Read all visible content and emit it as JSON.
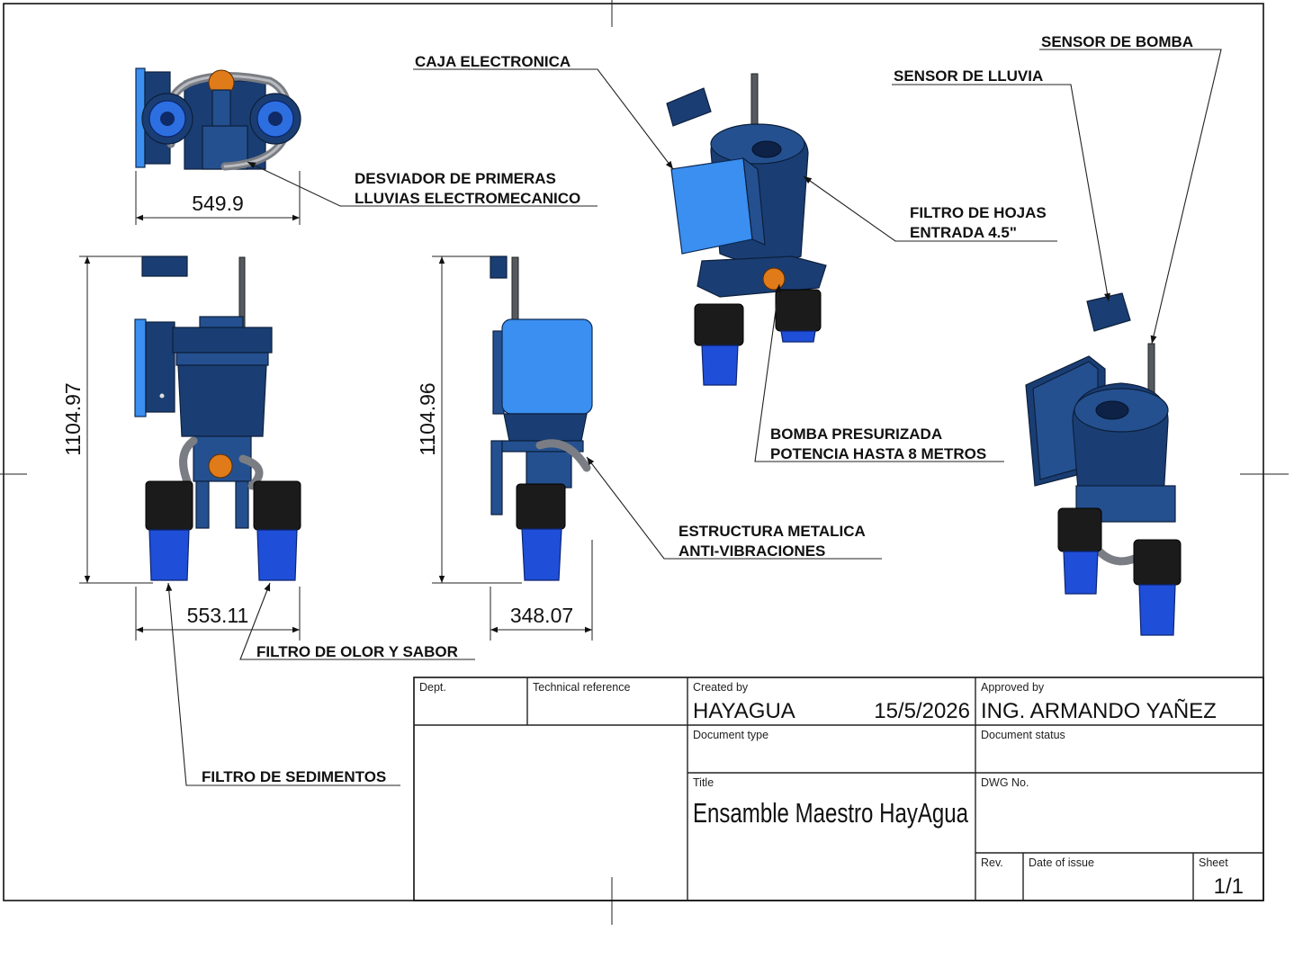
{
  "callouts": {
    "sensor_bomba": "SENSOR DE BOMBA",
    "caja_electronica": "CAJA ELECTRONICA",
    "sensor_lluvia": "SENSOR DE LLUVIA",
    "desviador_l1": "DESVIADOR DE PRIMERAS",
    "desviador_l2": "LLUVIAS ELECTROMECANICO",
    "filtro_hojas_l1": "FILTRO DE HOJAS",
    "filtro_hojas_l2": "ENTRADA 4.5\"",
    "bomba_l1": "BOMBA PRESURIZADA",
    "bomba_l2": "POTENCIA HASTA 8 METROS",
    "estructura_l1": "ESTRUCTURA METALICA",
    "estructura_l2": "ANTI-VIBRACIONES",
    "filtro_olor": "FILTRO DE OLOR Y SABOR",
    "filtro_sedimentos": "FILTRO DE SEDIMENTOS"
  },
  "dimensions": {
    "top_width": "549.9",
    "front_height": "1104.97",
    "front_width": "553.11",
    "side_height": "1104.96",
    "side_width": "348.07"
  },
  "title_block": {
    "dept_label": "Dept.",
    "tech_ref_label": "Technical reference",
    "created_by_label": "Created by",
    "created_by": "HAYAGUA",
    "created_date": "15/5/2026",
    "approved_by_label": "Approved by",
    "approved_by": "ING. ARMANDO YAÑEZ",
    "doc_type_label": "Document type",
    "doc_status_label": "Document status",
    "title_label": "Title",
    "title": "Ensamble Maestro HayAgua",
    "dwg_label": "DWG No.",
    "rev_label": "Rev.",
    "date_issue_label": "Date of issue",
    "sheet_label": "Sheet",
    "sheet": "1/1"
  },
  "colors": {
    "dark_blue": "#1a3e73",
    "light_blue": "#3a8ff0",
    "filter_blue": "#1f4fd8",
    "accent_orange": "#e07b1a"
  }
}
